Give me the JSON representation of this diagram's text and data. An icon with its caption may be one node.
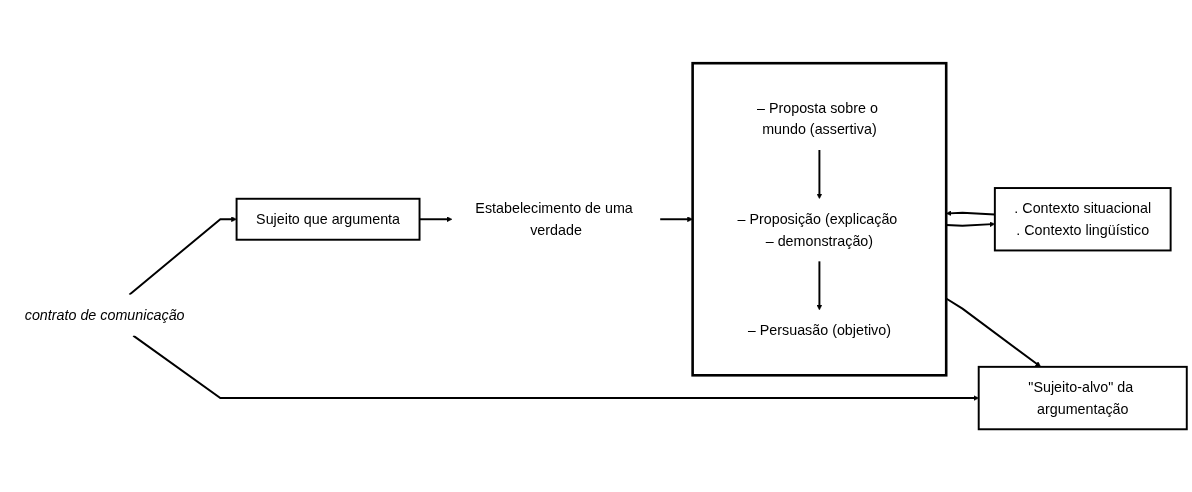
{
  "diagram": {
    "nodes": [
      {
        "text": [
          "Estabelecimento de uma verdade"
        ]
      },
      {
        "text": [],
        "shape": "box"
      },
      {
        "text": [
          "– Proposta sobre o mundo (assertiva)"
        ],
        "in": 1
      },
      {
        "text": [
          "– Proposição (explicação – demonstração)"
        ],
        "in": 1
      },
      {
        "text": [
          "– Persuasão (objetivo)"
        ],
        "in": 1
      },
      {
        "text": [
          ". Contexto situacional",
          ". Contexto lingüístico"
        ]
      },
      {
        "text": [
          "Sujeito que argumenta"
        ]
      },
      {
        "text": [
          "\"Sujeito-alvo\" da argumentação"
        ]
      },
      {
        "text": [
          "contrato de comunicação"
        ]
      }
    ],
    "edges": [
      {
        "from": 6,
        "to": 0,
        "arrow": "to"
      },
      {
        "from": 0,
        "to": 1,
        "arrow": "to"
      },
      {
        "from": 2,
        "to": 3,
        "arrow": "to"
      },
      {
        "from": 3,
        "to": 4,
        "arrow": "to"
      },
      {
        "from": 1,
        "to": 5,
        "arrow": "to"
      },
      {
        "from": 5,
        "to": 1,
        "arrow": "to"
      },
      {
        "from": 1,
        "to": 7,
        "arrow": "to"
      },
      {
        "from": 8,
        "to": 6,
        "arrow": "to"
      },
      {
        "from": 8,
        "to": 7,
        "arrow": "to"
      }
    ]
  }
}
